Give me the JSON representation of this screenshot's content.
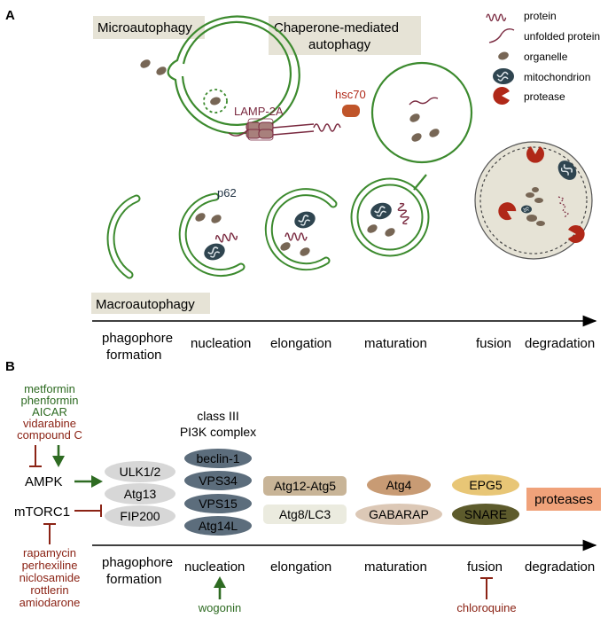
{
  "panelA": {
    "label": "A",
    "micro_title": "Microautophagy",
    "cma_title": [
      "Chaperone-mediated",
      "autophagy"
    ],
    "macro_title": "Macroautophagy",
    "lamp": "LAMP-2A",
    "hsc70": "hsc70",
    "p62": "p62",
    "legend": [
      "protein",
      "unfolded protein",
      "organelle",
      "mitochondrion",
      "protease"
    ],
    "stages": [
      [
        "phagophore",
        "formation"
      ],
      [
        "nucleation"
      ],
      [
        "elongation"
      ],
      [
        "maturation"
      ],
      [
        "fusion"
      ],
      [
        "degradation"
      ]
    ]
  },
  "panelB": {
    "label": "B",
    "activators": [
      "metformin",
      "phenformin",
      "AICAR"
    ],
    "ampk_inhibitors": [
      "vidarabine",
      "compound C"
    ],
    "ampk": "AMPK",
    "mtorc1": "mTORC1",
    "mtor_inhibitors": [
      "rapamycin",
      "perhexiline",
      "niclosamide",
      "rottlerin",
      "amiodarone"
    ],
    "ulk_complex": [
      "ULK1/2",
      "Atg13",
      "FIP200"
    ],
    "pi3k_title": [
      "class III",
      "PI3K complex"
    ],
    "pi3k": [
      "beclin-1",
      "VPS34",
      "VPS15",
      "Atg14L"
    ],
    "elong": [
      "Atg12-Atg5",
      "Atg8/LC3"
    ],
    "matur": [
      "Atg4",
      "GABARAP"
    ],
    "fusion": [
      "EPG5",
      "SNARE"
    ],
    "proteases": "proteases",
    "stages": [
      [
        "phagophore",
        "formation"
      ],
      [
        "nucleation"
      ],
      [
        "elongation"
      ],
      [
        "maturation"
      ],
      [
        "fusion"
      ],
      [
        "degradation"
      ]
    ],
    "wogonin": "wogonin",
    "chloroquine": "chloroquine"
  },
  "colors": {
    "green_membrane": "#3c8a2e",
    "organelle": "#776655",
    "protein": "#7a2a40",
    "mito_dark": "#2f4550",
    "protease": "#b02818",
    "activator_green": "#2e6b22",
    "inhibitor_red": "#8b2315",
    "title_box": "#e6e3d6"
  }
}
